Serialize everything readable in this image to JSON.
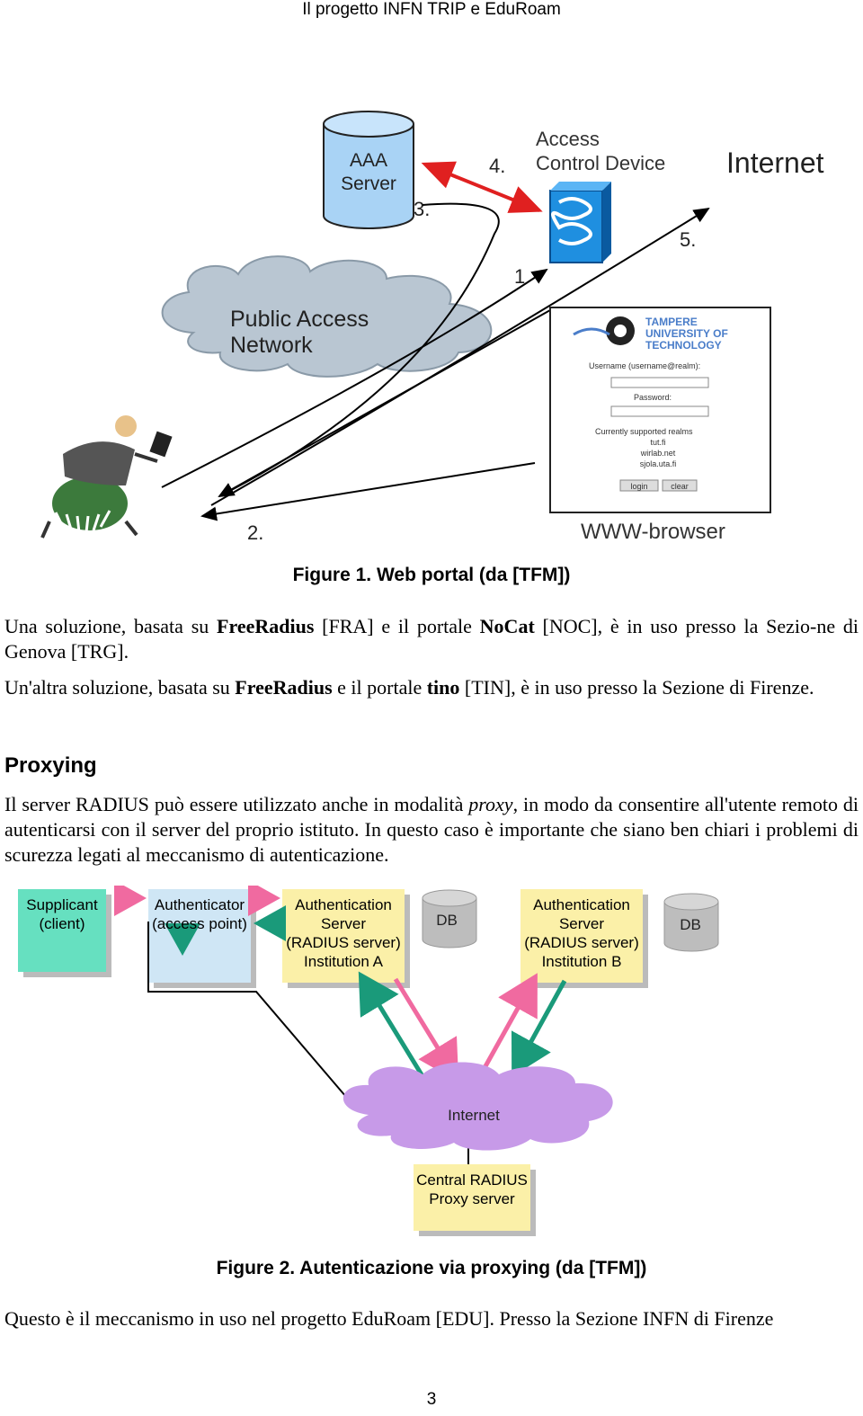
{
  "header": {
    "title": "Il progetto INFN TRIP e EduRoam"
  },
  "figure1": {
    "aaa_label_1": "AAA",
    "aaa_label_2": "Server",
    "access_label_1": "Access",
    "access_label_2": "Control Device",
    "internet": "Internet",
    "cloud_label_1": "Public Access",
    "cloud_label_2": "Network",
    "step1": "1",
    "step2": "2.",
    "step3": "3.",
    "step4": "4.",
    "step5": "5.",
    "browser_label": "WWW-browser",
    "login_panel": {
      "logo_1": "TAMPERE",
      "logo_2": "UNIVERSITY OF",
      "logo_3": "TECHNOLOGY",
      "username": "Username (username@realm):",
      "password": "Password:",
      "realms_title": "Currently supported realms",
      "realms": [
        "tut.fi",
        "wirlab.net",
        "sjola.uta.fi"
      ],
      "login_button": "login",
      "clear_button": "clear"
    },
    "caption": "Figure 1. Web portal (da [TFM])"
  },
  "para1": {
    "p1_a": "Una soluzione, basata su ",
    "p1_b": "FreeRadius",
    "p1_c": " [FRA] e il portale ",
    "p1_d": "NoCat",
    "p1_e": " [NOC], è in uso presso la Sezio-ne di Genova [TRG].",
    "p2_a": "Un'altra soluzione, basata su ",
    "p2_b": "FreeRadius",
    "p2_c": " e il portale ",
    "p2_d": "tino",
    "p2_e": " [TIN], è in uso presso la Sezione di Firenze."
  },
  "section": {
    "heading": "Proxying",
    "p_a": "Il server RADIUS può essere utilizzato anche in modalità ",
    "p_b": "proxy",
    "p_c": ", in modo da consentire all'utente remoto di autenticarsi con il server del proprio istituto. In questo caso è importante che siano ben chiari i problemi di scurezza legati al meccanismo di autenticazione."
  },
  "figure2": {
    "supplicant_1": "Supplicant",
    "supplicant_2": "(client)",
    "authenticator_1": "Authenticator",
    "authenticator_2": "(access point)",
    "authA_1": "Authentication",
    "authA_2": "Server",
    "authA_3": "(RADIUS server)",
    "authA_4": "Institution A",
    "db_a": "DB",
    "authB_1": "Authentication",
    "authB_2": "Server",
    "authB_3": "(RADIUS server)",
    "authB_4": "Institution B",
    "db_b": "DB",
    "internet": "Internet",
    "proxy_1": "Central RADIUS",
    "proxy_2": "Proxy server",
    "caption": "Figure 2.  Autenticazione via proxying (da [TFM])",
    "colors": {
      "supplicant": "#66e0c0",
      "authenticator": "#cfe6f5",
      "server": "#fbf0a8",
      "cloud": "#c79ae8",
      "pink": "#f06aa0",
      "teal": "#1a9a7a"
    }
  },
  "footer": {
    "last_para": "Questo è il meccanismo in uso nel progetto EduRoam [EDU]. Presso la Sezione INFN di Firenze",
    "page_number": "3"
  }
}
